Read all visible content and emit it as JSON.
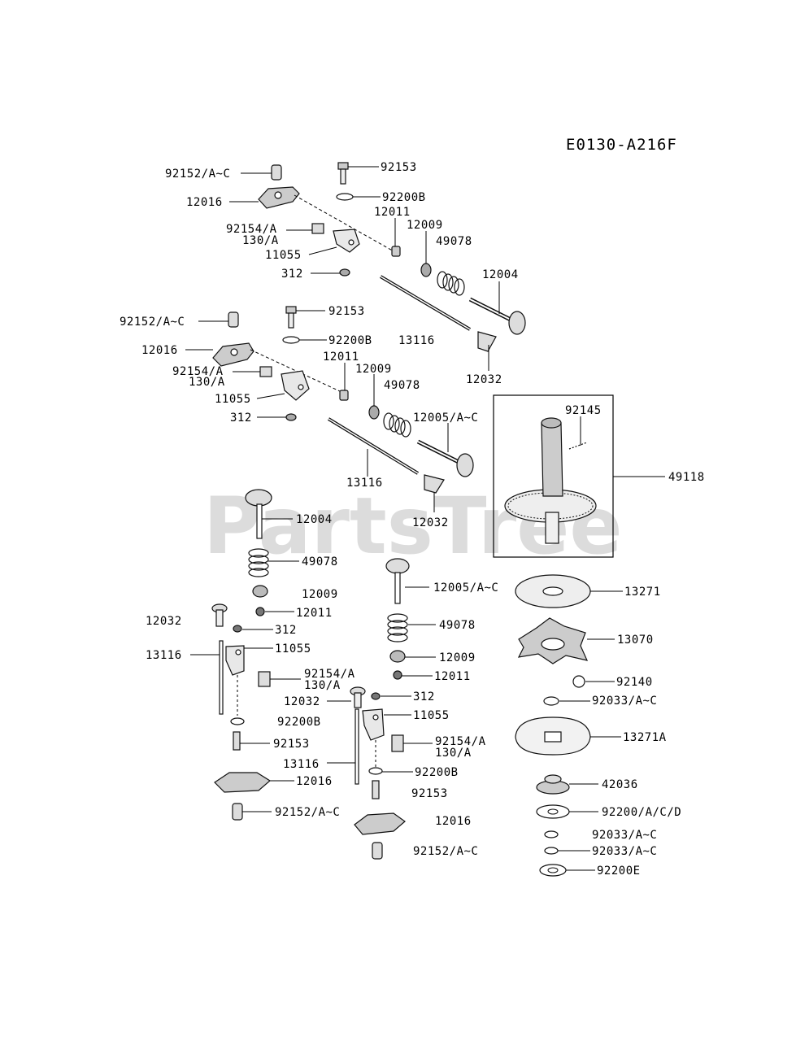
{
  "diagram_code": "E0130-A216F",
  "watermark": "PartsTree",
  "labels": {
    "p92152_a": "92152/A~C",
    "p92153_a": "92153",
    "p12016_a": "12016",
    "p92200b_a": "92200B",
    "p12011_a": "12011",
    "p92154_a": "92154/A",
    "p130a_a": "130/A",
    "p12009_a": "12009",
    "p49078_a": "49078",
    "p11055_a": "11055",
    "p312_a": "312",
    "p12004_a": "12004",
    "p92152_b": "92152/A~C",
    "p92153_b": "92153",
    "p92200b_b": "92200B",
    "p13116_a": "13116",
    "p12016_b": "12016",
    "p12011_b": "12011",
    "p92154_b": "92154/A",
    "p130a_b": "130/A",
    "p12009_b": "12009",
    "p12032_a": "12032",
    "p49078_b": "49078",
    "p11055_b": "11055",
    "p312_b": "312",
    "p12005_a": "12005/A~C",
    "p92145": "92145",
    "p49118": "49118",
    "p13116_b": "13116",
    "p12004_b": "12004",
    "p12032_b": "12032",
    "p49078_c": "49078",
    "p12005_b": "12005/A~C",
    "p12009_c": "12009",
    "p13271": "13271",
    "p12011_c": "12011",
    "p12032_c": "12032",
    "p312_c": "312",
    "p49078_d": "49078",
    "p13116_c": "13116",
    "p11055_c": "11055",
    "p13070": "13070",
    "p12009_d": "12009",
    "p12011_d": "12011",
    "p92154_c": "92154/A",
    "p130a_c": "130/A",
    "p92140": "92140",
    "p12032_d": "12032",
    "p312_d": "312",
    "p92033_a": "92033/A~C",
    "p92200b_c": "92200B",
    "p11055_d": "11055",
    "p92153_c": "92153",
    "p92154_d": "92154/A",
    "p130a_d": "130/A",
    "p13271a": "13271A",
    "p13116_d": "13116",
    "p92200b_d": "92200B",
    "p12016_c": "12016",
    "p42036": "42036",
    "p92153_d": "92153",
    "p92152_c": "92152/A~C",
    "p92200_acd": "92200/A/C/D",
    "p12016_d": "12016",
    "p92033_b": "92033/A~C",
    "p92152_d": "92152/A~C",
    "p92033_c": "92033/A~C",
    "p92200e": "92200E"
  }
}
